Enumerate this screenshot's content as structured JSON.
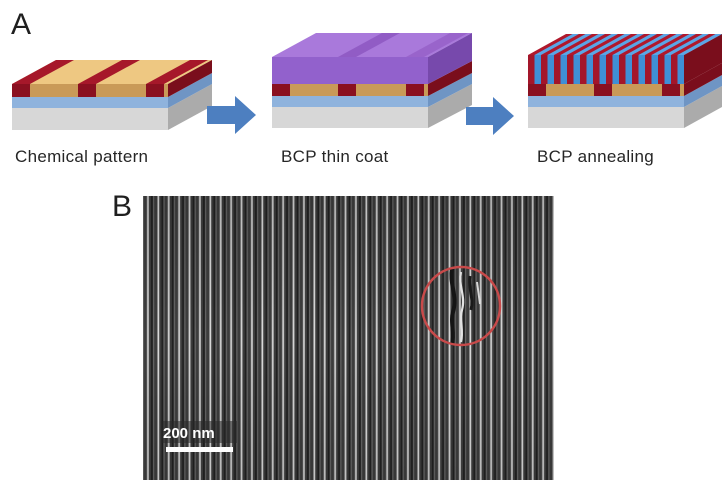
{
  "panel_a": {
    "label": "A",
    "steps": [
      {
        "caption": "Chemical pattern"
      },
      {
        "caption": "BCP thin coat"
      },
      {
        "caption": "BCP annealing"
      }
    ]
  },
  "panel_b": {
    "label": "B",
    "scale_bar_label": "200 nm"
  },
  "colors": {
    "substrate": "#d4d4d4",
    "interlayer": "#8fb3dd",
    "guide_red": "#9e1426",
    "guide_tan": "#eec882",
    "bcp_coat": "#8e56c6",
    "bcp_blue": "#3f8fd6",
    "arrow": "#4d7fc0",
    "defect_circle": "#c84a4a"
  }
}
